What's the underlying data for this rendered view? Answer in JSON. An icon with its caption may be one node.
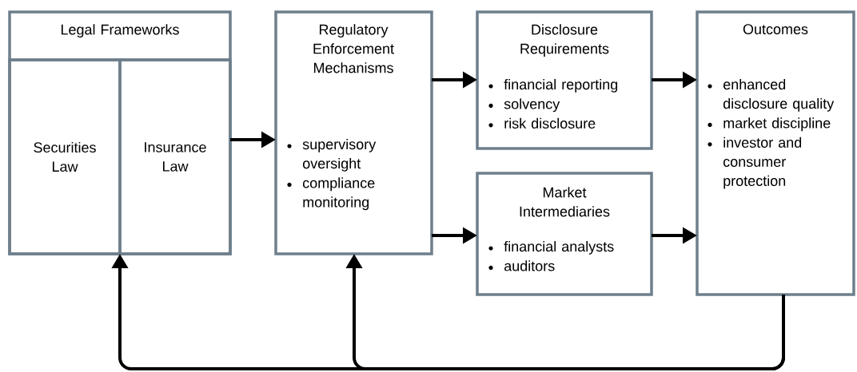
{
  "diagram": {
    "nodes": [
      {
        "text": [
          "Legal Frameworks"
        ]
      },
      {
        "text": [
          "Securities Law"
        ],
        "in": 0
      },
      {
        "text": [
          "Insurance Law"
        ],
        "in": 0
      },
      {
        "text": [
          "Regulatory Enforcement Mechanisms",
          "supervisory oversight",
          "compliance monitoring"
        ]
      },
      {
        "text": [
          "Disclosure Requirements",
          "financial reporting",
          "solvency",
          "risk disclosure"
        ]
      },
      {
        "text": [
          "Market Intermediaries",
          "financial analysts",
          "auditors"
        ]
      },
      {
        "text": [
          "Outcomes",
          "enhanced disclosure quality",
          "market discipline",
          "investor and consumer protection"
        ]
      }
    ],
    "edges": [
      {
        "from": 0,
        "to": 3,
        "arrow": "to"
      },
      {
        "from": 3,
        "to": 4,
        "arrow": "to"
      },
      {
        "from": 3,
        "to": 5,
        "arrow": "to"
      },
      {
        "from": 4,
        "to": 6,
        "arrow": "to"
      },
      {
        "from": 5,
        "to": 6,
        "arrow": "to"
      },
      {
        "from": 6,
        "to": 0,
        "arrow": "to"
      },
      {
        "from": 6,
        "to": 3,
        "arrow": "to"
      }
    ]
  }
}
